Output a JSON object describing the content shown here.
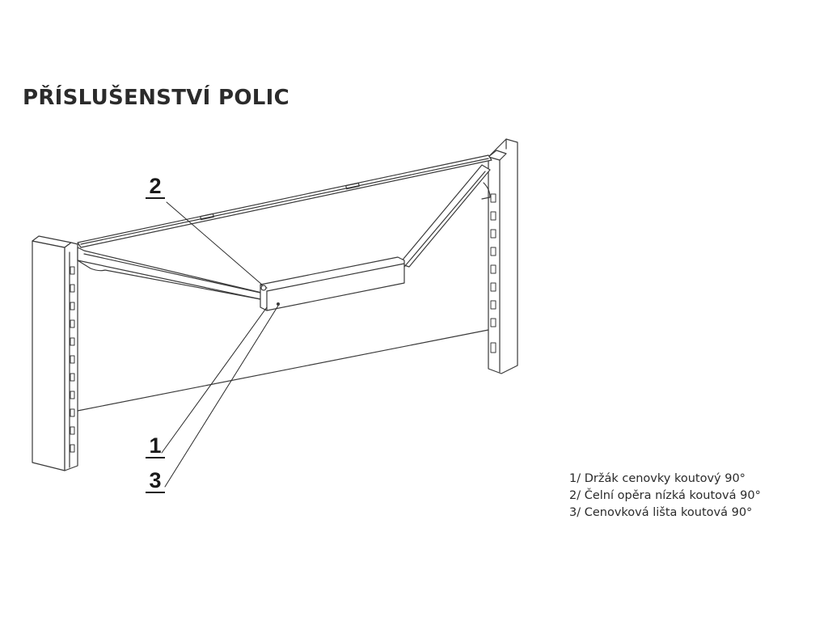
{
  "title": "PŘÍSLUŠENSTVÍ POLIC",
  "callouts": {
    "c1": "1",
    "c2": "2",
    "c3": "3"
  },
  "legend": {
    "items": [
      "1/ Držák cenovky koutový 90°",
      "2/ Čelní opěra nízká koutová 90°",
      "3/ Cenovková lišta koutová 90°"
    ]
  },
  "colors": {
    "line": "#3a3a3a",
    "background": "#ffffff"
  }
}
